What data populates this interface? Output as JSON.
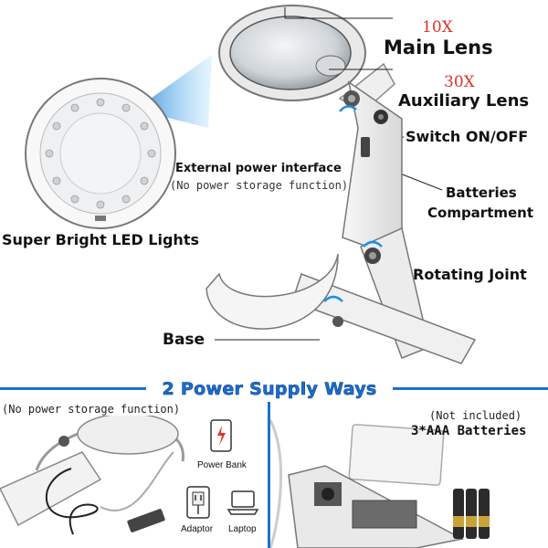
{
  "labels": {
    "main_mag": "10X",
    "main_lens": "Main Lens",
    "aux_mag": "30X",
    "aux_lens": "Auxiliary Lens",
    "switch": "Switch ON/OFF",
    "ext_power": "External power interface",
    "ext_power_note": "(No power storage function)",
    "batteries_1": "Batteries",
    "batteries_2": "Compartment",
    "led": "Super Bright LED Lights",
    "rotating": "Rotating Joint",
    "base": "Base"
  },
  "bottom": {
    "banner": "2 Power Supply Ways",
    "left_note": "(No power storage function)",
    "power_bank": "Power Bank",
    "adaptor": "Adaptor",
    "laptop": "Laptop",
    "not_included": "(Not included)",
    "batteries": "3*AAA Batteries"
  },
  "colors": {
    "banner_blue": "#1a73c7",
    "accent_red": "#d9342b",
    "arrow_blue": "#1f8fe0"
  }
}
